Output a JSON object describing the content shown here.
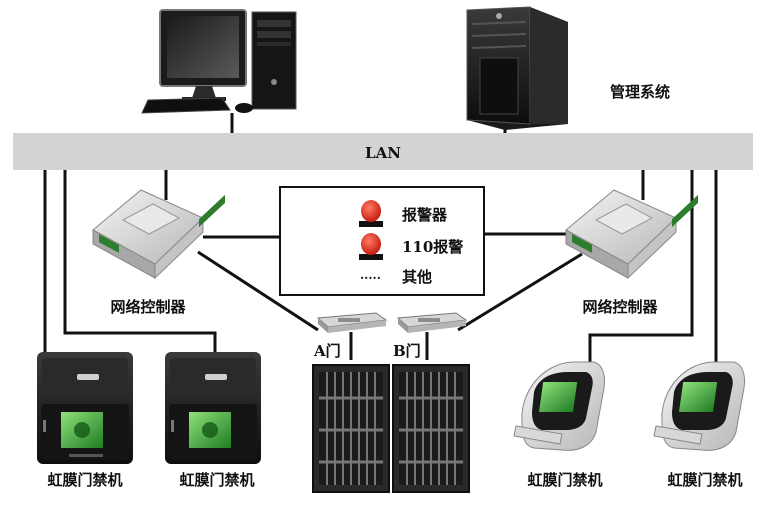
{
  "labels": {
    "management_system": "管理系统",
    "lan": "LAN",
    "network_controller_left": "网络控制器",
    "network_controller_right": "网络控制器",
    "alarm": "报警器",
    "alarm_110": "110报警",
    "other_dots": "·····",
    "other": "其他",
    "door_a": "A门",
    "door_b": "B门",
    "iris_1": "虹膜门禁机",
    "iris_2": "虹膜门禁机",
    "iris_3": "虹膜门禁机",
    "iris_4": "虹膜门禁机"
  },
  "icons": {
    "desktop": "desktop-computer-icon",
    "server": "tower-server-icon",
    "controller": "network-controller-icon",
    "alarm_light": "red-alarm-light-icon",
    "lock": "electric-lock-icon",
    "door": "security-door-icon",
    "iris_black": "iris-access-terminal-black-icon",
    "iris_silver": "iris-access-terminal-silver-icon"
  },
  "colors": {
    "lan_bar": "#d3d3d3",
    "line": "#111111",
    "alarm_red": "#d81e10",
    "screen_green": "#2f9a2f"
  }
}
